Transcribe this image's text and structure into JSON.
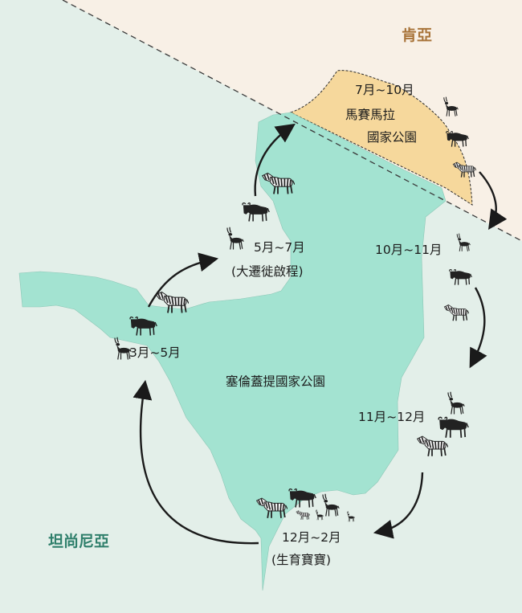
{
  "colors": {
    "background": "#e3efe9",
    "kenya_land": "#f8f0e6",
    "park_fill": "#a3e3d1",
    "reserve_fill": "#f6d89c",
    "border_line": "#3a3a3a",
    "arrow": "#1a1a1a",
    "tanzania_label": "#2f7f6b",
    "kenya_label": "#a8743a"
  },
  "countries": {
    "kenya": "肯亞",
    "tanzania": "坦尚尼亞"
  },
  "parks": {
    "serengeti": "塞倫蓋提國家公園",
    "masai_mara": {
      "line1": "馬賽馬拉",
      "line2": "國家公園"
    }
  },
  "stops": {
    "mara": {
      "period": "7月~10月"
    },
    "oct_nov": {
      "period": "10月~11月"
    },
    "nov_dec": {
      "period": "11月~12月"
    },
    "dec_feb": {
      "period": "12月~2月",
      "note": "(生育寶寶)"
    },
    "mar_may": {
      "period": "3月~5月"
    },
    "may_jul": {
      "period": "5月~7月",
      "note": "(大遷徙啟程)"
    }
  },
  "icons": [
    "gazelle-icon",
    "wildebeest-icon",
    "zebra-icon",
    "zebra-foal-icon"
  ]
}
